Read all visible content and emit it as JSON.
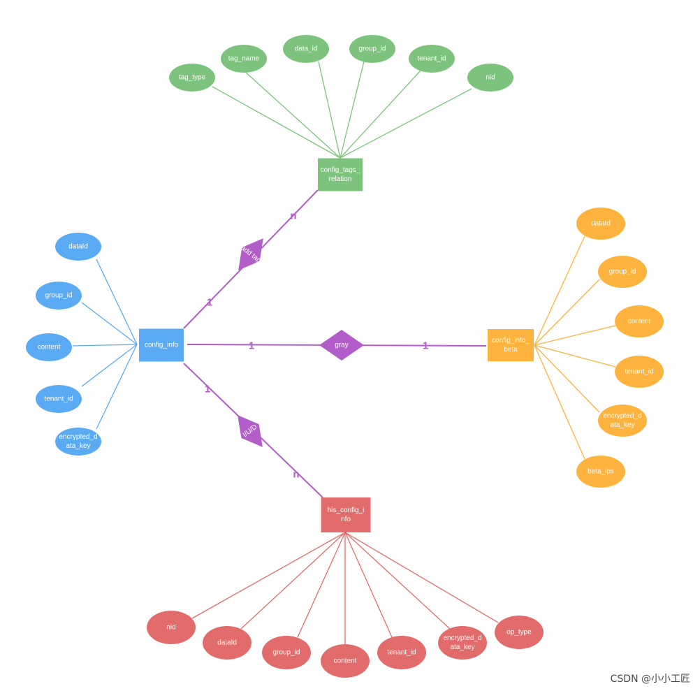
{
  "colors": {
    "green": "#7dc37d",
    "blue": "#5aabf3",
    "orange": "#fdb33d",
    "red": "#e26c6c",
    "purple": "#b35ec8"
  },
  "entities": {
    "config_tags_relation": {
      "label": [
        "config_tags_",
        "relation"
      ],
      "attributes": [
        "tag_type",
        "tag_name",
        "data_id",
        "group_id",
        "tenant_id",
        "nid"
      ]
    },
    "config_info": {
      "label": [
        "config_info"
      ],
      "attributes": [
        "dataId",
        "group_id",
        "content",
        "tenant_id",
        [
          "encrypted_d",
          "ata_key"
        ]
      ]
    },
    "config_info_beta": {
      "label": [
        "config_info_",
        "beta"
      ],
      "attributes": [
        "dataId",
        "group_id",
        "content",
        "tenant_id",
        [
          "encrypted_d",
          "ata_key"
        ],
        "beta_ips"
      ]
    },
    "his_config_info": {
      "label": [
        "his_config_i",
        "nfo"
      ],
      "attributes": [
        "nid",
        "dataId",
        "group_id",
        "content",
        "tenant_id",
        [
          "encrypted_d",
          "ata_key"
        ],
        "op_type"
      ]
    }
  },
  "relationships": {
    "add_tag": {
      "label": "add tag",
      "card_a": "1",
      "card_b": "n"
    },
    "gray": {
      "label": "gray",
      "card_a": "1",
      "card_b": "1"
    },
    "iud": {
      "label": "I/U/D",
      "card_a": "1",
      "card_b": "n"
    }
  },
  "watermark": "CSDN @小小工匠"
}
